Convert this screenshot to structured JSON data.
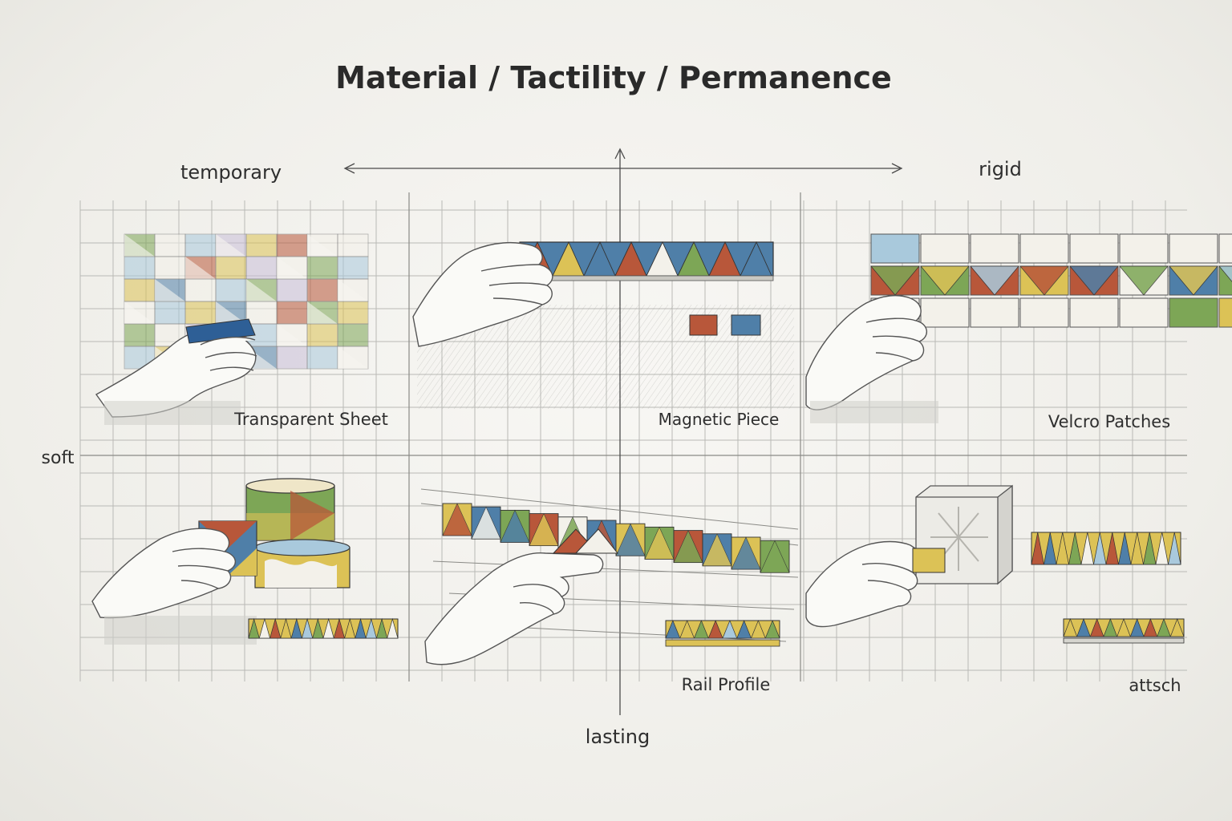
{
  "title": "Material / Tactility / Permanence",
  "axes": {
    "left_top": "temporary",
    "right_top": "rigid",
    "left_mid": "soft",
    "bottom": "lasting"
  },
  "panels": [
    {
      "id": "transparent-sheet",
      "label": "Transparent Sheet"
    },
    {
      "id": "magnetic-piece",
      "label": "Magnetic Piece"
    },
    {
      "id": "velcro-patches",
      "label": "Velcro Patches"
    },
    {
      "id": "tape-rolls",
      "label": ""
    },
    {
      "id": "rail-profile",
      "label": "Rail  Profile"
    },
    {
      "id": "attach-block",
      "label": "attsch"
    }
  ],
  "palette": {
    "red": "#b8573a",
    "blue": "#4f7fa8",
    "green": "#7da656",
    "yellow": "#dcc256",
    "lightblue": "#a9c9dc",
    "cream": "#f3f1ea",
    "lilac": "#c9bfd9"
  }
}
